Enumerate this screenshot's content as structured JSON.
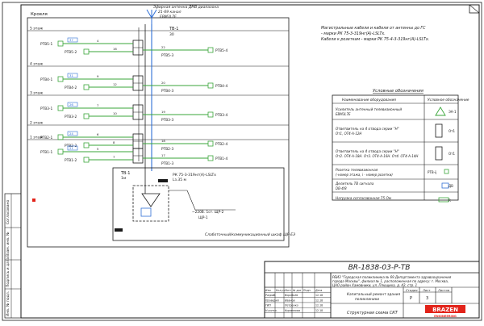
{
  "colors": {
    "line": "#1a1a1a",
    "cable": "#2f6fd6",
    "label_box": "#2f6fd6",
    "riser_green": "#3aa63a",
    "accent_red": "#e2231a"
  },
  "diagram": {
    "roof_label": "Кровля",
    "floors": [
      "5 этаж",
      "4 этаж",
      "3 этаж",
      "2 этаж",
      "1 этаж"
    ],
    "antenna_note_line1": "Эфирная антенна ДМВ диапазона",
    "antenna_note_line2": "21-69 канал",
    "antenna_note_line3": "ЕВМ3L7Е",
    "tv_head": "ТВ-1",
    "tv_head_sub": "30",
    "rows": [
      {
        "left_a": "РТВ5-1",
        "left_b": "РТВ5-2",
        "mid": "РТВ5-3",
        "right": "РТВ5-4",
        "v1": "37",
        "v2": "4",
        "v3": "16",
        "v4": "22"
      },
      {
        "left_a": "РТВ4-1",
        "left_b": "РТВ4-2",
        "mid": "РТВ4-3",
        "right": "РТВ4-4",
        "v1": "31",
        "v2": "9",
        "v3": "12",
        "v4": "20"
      },
      {
        "left_a": "РТВ3-1",
        "left_b": "РТВ3-2",
        "mid": "РТВ3-3",
        "right": "РТВ3-4",
        "v1": "26",
        "v2": "7",
        "v3": "10",
        "v4": "19"
      },
      {
        "left_a": "РТВ2-1",
        "left_b": "РТВ2-2",
        "mid": "РТВ2-3",
        "right": "РТВ2-4",
        "v1": "24",
        "v2": "6",
        "v3": "8",
        "v4": "18"
      },
      {
        "left_a": "РТВ1-1",
        "left_b": "РТВ1-2",
        "mid": "РТВ1-3",
        "right": "РТВ1-4",
        "v1": "21",
        "v2": "5",
        "v3": "7",
        "v4": "17"
      }
    ],
    "cable_note": "РК 75-3-319нг(А)-LSLTx",
    "cable_length": "Lз.35 м",
    "cabinet_label": "ТВ-1",
    "cabinet_sub": "1м",
    "supply_line1": "~220В. 1ст. ЩР-2",
    "supply_line2": "ЩР-1",
    "cabinet_caption": "Слаботочный/коммуникационный шкаф ЩР-ЕЭ",
    "cross_label": "Пл-1"
  },
  "notes": {
    "line1": "Магистральные кабели и кабели от антенны до ГС",
    "line2": "- марки РК 75-3-319нг(А)-LSLTx.",
    "line3": "Кабели к розеткам - марки РК 75-4-3-319нг(А)-LSLTx."
  },
  "legend": {
    "title": "Условные обозначения",
    "col1": "Наименование оборудования",
    "col2": "Условное обозначение",
    "rows": [
      {
        "name_line1": "Усилитель антенный телевизионный",
        "name_line2": "ЕВМ3L7Е",
        "sym": "ЭА-1"
      },
      {
        "name_line1": "Ответвитель на 4 отвода серии \"Н\"",
        "name_line2": "От1, ОТ4-А-12Н",
        "sym": "От1"
      },
      {
        "name_line1": "Ответвитель на 4 отвода серии \"Н\"",
        "name_line2": "От2. ОТ4-А-18Н. От3. ОТ4-А-16Н. От4. ОТ4-А-14Н",
        "sym": "От1"
      },
      {
        "name_line1": "Розетка телевизионная",
        "name_line2": "(-номер этажа, i - номер розетки)",
        "sym": "РТВ-ij"
      },
      {
        "name_line1": "Делитель ТВ сигнала",
        "name_line2": "DB-4/8",
        "sym": "ДВ"
      },
      {
        "name_line1": "Нагрузка согласованная 75 Ом",
        "name_line2": "",
        "sym": "R"
      }
    ]
  },
  "title_block": {
    "code": "ВR-1838-03-Р-ТВ",
    "project_line1": "РБИЗ \"Городская поликлиника № 69 Департамента здравоохранения",
    "project_line2": "города Москвы\", филиал № 1, расположенная по адресу: г. Москва,",
    "project_line3": "ЦАО район Хамовники, ул. Плющиха, д. 42, стр. 1",
    "sheet_title1": "Капитальный ремонт здания",
    "sheet_title2": "поликлиники",
    "drawing_name": "Структурная схема СКТ",
    "col_stage": "Стадия",
    "col_sheet": "Лист",
    "col_sheets": "Листов",
    "stage": "Р",
    "sheet": "3",
    "header_cells": [
      "Изм.",
      "Кол.уч",
      "Лист",
      "№ док",
      "Подп.",
      "Дата"
    ],
    "roles": [
      "Разраб.",
      "Проверил",
      "ГИП",
      "Н.контр."
    ],
    "names": [
      "Воробьёв",
      "Иванов",
      "Петренко",
      "Кириллова"
    ],
    "dates": [
      "12.18",
      "12.18",
      "12.18",
      "12.18"
    ],
    "logo": "BRAZEN",
    "logo_sub": "ENGINEERING"
  },
  "side_stamp": {
    "cells": [
      "Инв. № подл.",
      "Подпись и дата",
      "Взам. инв. №",
      "Согласовано"
    ]
  }
}
